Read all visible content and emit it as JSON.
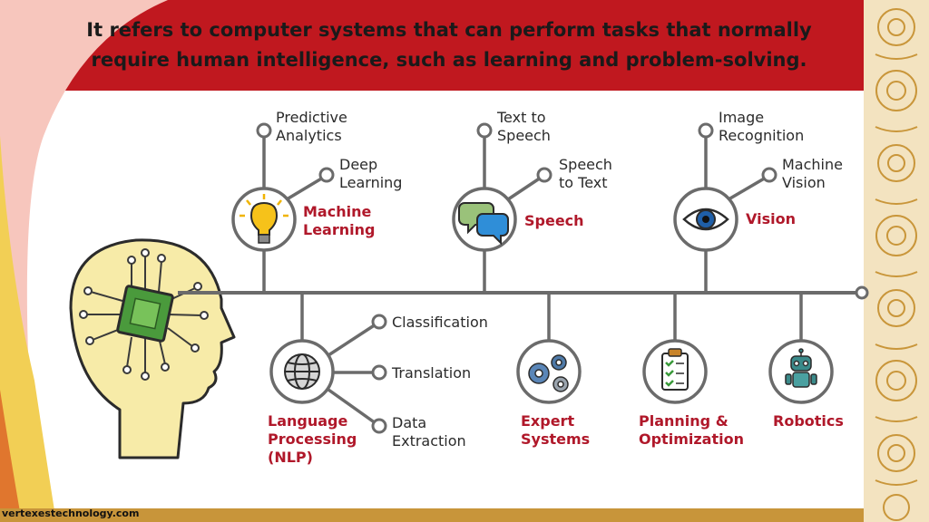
{
  "banner": {
    "line1": "It refers to computer systems that can perform tasks that normally",
    "line2": "require human intelligence, such as learning and problem-solving."
  },
  "nodes": {
    "machine_learning": {
      "label_line1": "Machine",
      "label_line2": "Learning",
      "icon": "lightbulb-icon",
      "items": [
        {
          "line1": "Predictive",
          "line2": "Analytics"
        },
        {
          "line1": "Deep",
          "line2": "Learning"
        }
      ]
    },
    "speech": {
      "label_line1": "Speech",
      "icon": "speech-bubbles-icon",
      "items": [
        {
          "line1": "Text to",
          "line2": "Speech"
        },
        {
          "line1": "Speech",
          "line2": "to Text"
        }
      ]
    },
    "vision": {
      "label_line1": "Vision",
      "icon": "eye-icon",
      "items": [
        {
          "line1": "Image",
          "line2": "Recognition"
        },
        {
          "line1": "Machine",
          "line2": "Vision"
        }
      ]
    },
    "nlp": {
      "label_line1": "Language",
      "label_line2": "Processing",
      "label_line3": "(NLP)",
      "icon": "globe-icon",
      "items": [
        {
          "line1": "Classification"
        },
        {
          "line1": "Translation"
        },
        {
          "line1": "Data",
          "line2": "Extraction"
        }
      ]
    },
    "expert_systems": {
      "label_line1": "Expert",
      "label_line2": "Systems",
      "icon": "gears-icon"
    },
    "planning": {
      "label_line1": "Planning &",
      "label_line2": "Optimization",
      "icon": "clipboard-checklist-icon"
    },
    "robotics": {
      "label_line1": "Robotics",
      "icon": "robot-icon"
    }
  },
  "footer": {
    "site": "vertexestechnology.com"
  },
  "colors": {
    "banner": "#c0181f",
    "accent_text": "#b0182a",
    "line": "#6b6b6b",
    "chip": "#4a9a3c",
    "head": "#f7eba8",
    "gold": "#d8a640"
  }
}
